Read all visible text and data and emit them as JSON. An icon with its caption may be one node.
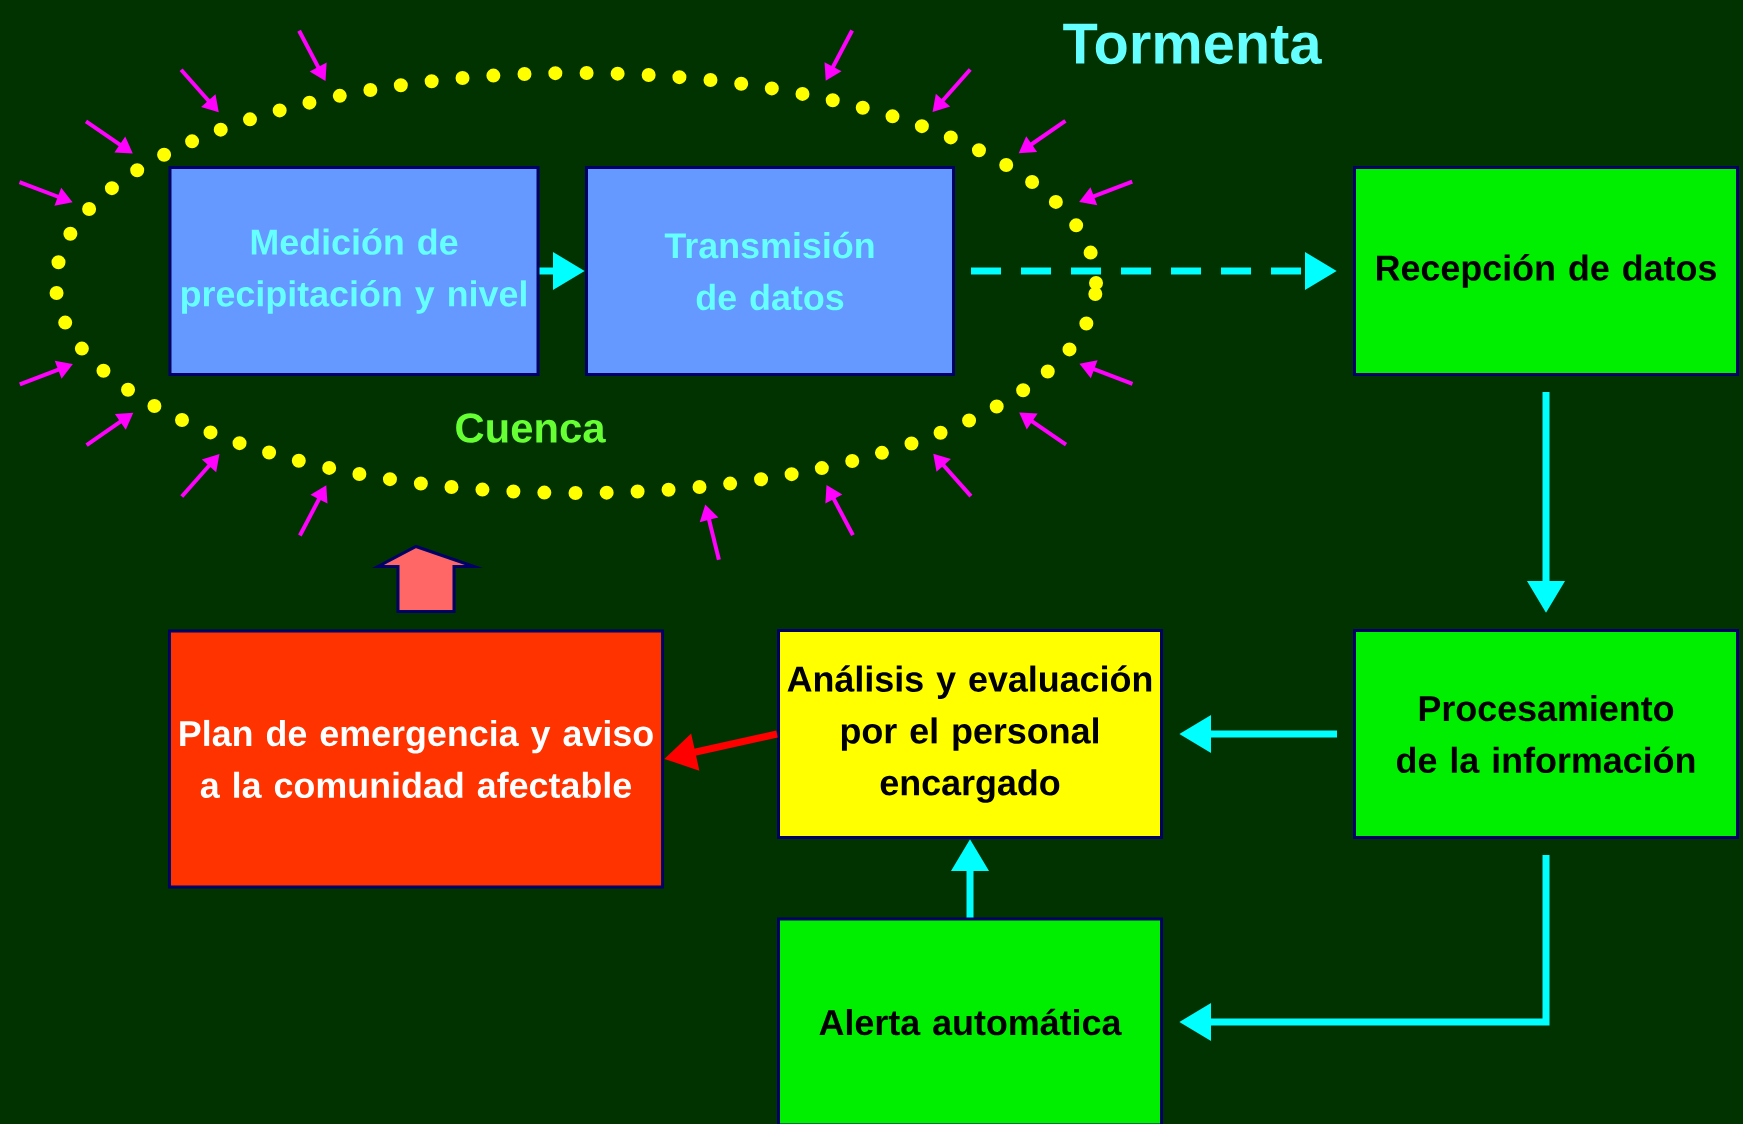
{
  "diagram": {
    "nodes": [
      {
        "text": [
          "Cuenca"
        ]
      },
      {
        "text": [
          "Medición de precipitación y nivel"
        ],
        "in": 0
      },
      {
        "text": [
          "Transmisión de datos"
        ],
        "in": 0
      },
      {
        "text": [
          "Recepción de datos"
        ]
      },
      {
        "text": [
          "Procesamiento de la información"
        ]
      },
      {
        "text": [
          "Análisis y evaluación por el personal encargado"
        ]
      },
      {
        "text": [
          "Alerta automática"
        ]
      },
      {
        "text": [
          "Plan de emergencia y aviso a la comunidad afectable"
        ]
      }
    ],
    "edges": [
      {
        "from": 1,
        "to": 2,
        "arrow": "to"
      },
      {
        "from": 2,
        "to": 3,
        "arrow": "to",
        "style": "dashed"
      },
      {
        "from": 3,
        "to": 4,
        "arrow": "to"
      },
      {
        "from": 4,
        "to": 5,
        "arrow": "to"
      },
      {
        "from": 4,
        "to": 6,
        "arrow": "to"
      },
      {
        "from": 6,
        "to": 5,
        "arrow": "to"
      },
      {
        "from": 5,
        "to": 7,
        "arrow": "to",
        "color": "#ff0000"
      },
      {
        "from": 7,
        "to": 0,
        "arrow": "to",
        "style": "thick",
        "color": "#ff6666"
      }
    ],
    "labels": [
      "Tormenta"
    ]
  }
}
